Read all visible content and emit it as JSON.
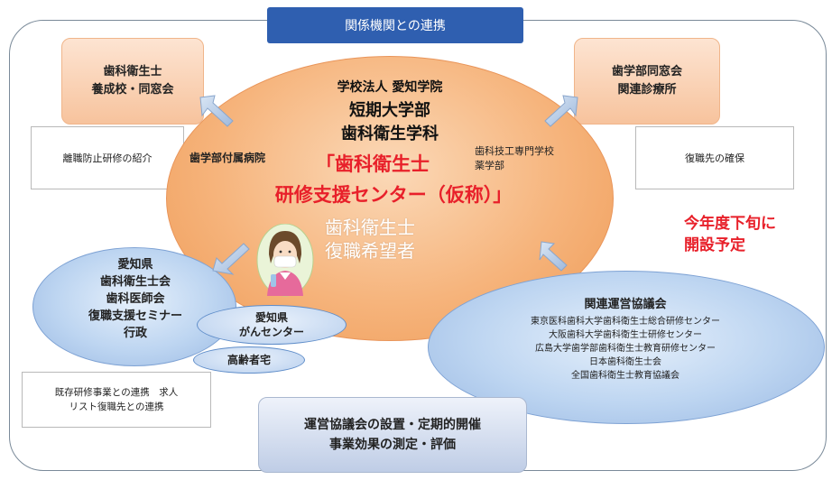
{
  "top_banner": "関係機関との連携",
  "box_top_left": [
    "歯科衛生士",
    "養成校・同窓会"
  ],
  "box_top_right": [
    "歯学部同窓会",
    "関連診療所"
  ],
  "note_left": "離職防止研修の紹介",
  "note_right": "復職先の確保",
  "center": {
    "line1": "学校法人 愛知学院",
    "line2": "短期大学部",
    "line3": "歯科衛生学科",
    "side_left": "歯学部付属病院",
    "side_right": [
      "歯科技工専門学校",
      "薬学部"
    ],
    "center_name_1": "「歯科衛生士",
    "center_name_2": "研修支援センター（仮称）」",
    "target_1": "歯科衛生士",
    "target_2": "復職希望者"
  },
  "announcement": [
    "今年度下旬に",
    "開設予定"
  ],
  "left_cluster": {
    "lines": [
      "愛知県",
      "歯科衛生士会",
      "歯科医師会",
      "復職支援セミナー",
      "行政"
    ],
    "pill_cancer": [
      "愛知県",
      "がんセンター"
    ],
    "pill_elderly": "高齢者宅"
  },
  "right_cluster": {
    "title": "関連運営協議会",
    "items": [
      "東京医科歯科大学歯科衛生士総合研修センター",
      "大阪歯科大学歯科衛生士研修センター",
      "広島大学歯学部歯科衛生士教育研修センター",
      "日本歯科衛生士会",
      "全国歯科衛生士教育協議会"
    ]
  },
  "note_bottom_left": [
    "既存研修事業との連携　求人",
    "リスト復職先との連携"
  ],
  "bottom_box": [
    "運営協議会の設置・定期的開催",
    "事業効果の測定・評価"
  ],
  "colors": {
    "banner": "#2f5fb0",
    "center_ellipse": "#f6b47c",
    "red_text": "#e8202a",
    "blue_ellipse": "#bdd5f1"
  }
}
